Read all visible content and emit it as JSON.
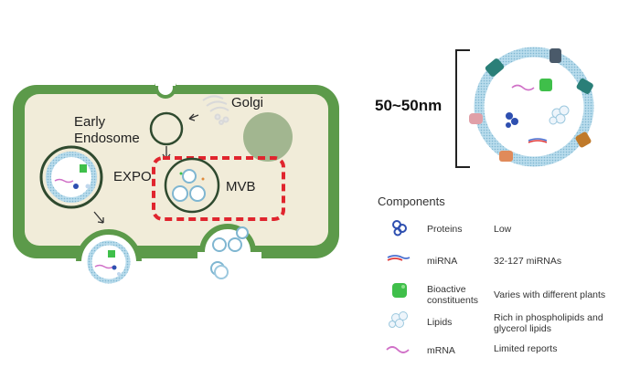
{
  "cell": {
    "golgi_label": "Golgi",
    "early_endosome_label": "Early\nEndosome",
    "expo_label": "EXPO",
    "mvb_label": "MVB"
  },
  "vesicle": {
    "size_label": "50~50nm"
  },
  "components": {
    "title": "Components",
    "items": [
      {
        "icon": "protein-icon",
        "name": "Proteins",
        "desc": "Low"
      },
      {
        "icon": "mirna-icon",
        "name": "miRNA",
        "desc": "32-127 miRNAs"
      },
      {
        "icon": "bioactive-icon",
        "name": "Bioactive\nconstituents",
        "desc": "Varies with different plants"
      },
      {
        "icon": "lipid-icon",
        "name": "Lipids",
        "desc": "Rich in phospholipids and\nglycerol lipids"
      },
      {
        "icon": "mrna-icon",
        "name": "mRNA",
        "desc": "Limited reports"
      }
    ]
  },
  "colors": {
    "cell_wall": "#5c9a4a",
    "cytoplasm": "#f1ecd9",
    "vesicle_membrane": "#a9d2e6",
    "mvb_dash": "#e0252e",
    "vacuole": "#94ad82"
  }
}
